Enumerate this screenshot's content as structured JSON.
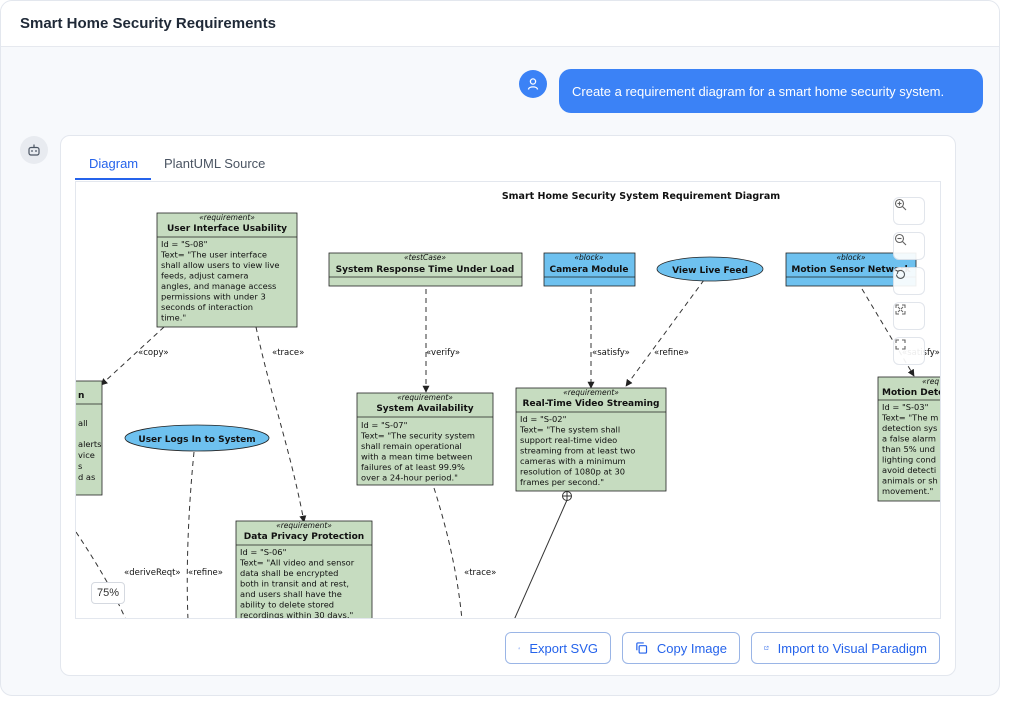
{
  "app": {
    "title": "Smart Home Security Requirements"
  },
  "chat": {
    "user_message": "Create a requirement diagram for a smart home security system."
  },
  "tabs": [
    {
      "label": "Diagram",
      "active": true
    },
    {
      "label": "PlantUML Source",
      "active": false
    }
  ],
  "diagram": {
    "title": "Smart Home Security System Requirement Diagram",
    "zoom_label": "75%",
    "elements": {
      "ui_usability": {
        "stereotype": "«requirement»",
        "name": "User Interface Usability",
        "body": [
          "Id = \"S-08\"",
          "Text= \"The user interface",
          "shall allow users to view live",
          "feeds, adjust camera",
          "angles, and manage access",
          "permissions with under 3",
          "seconds of interaction",
          "time.\""
        ]
      },
      "response_time": {
        "stereotype": "«testCase»",
        "name": "System Response Time Under Load"
      },
      "camera_module": {
        "stereotype": "«block»",
        "name": "Camera Module"
      },
      "view_live_feed": {
        "name": "View Live Feed"
      },
      "motion_sensor": {
        "stereotype": "«block»",
        "name": "Motion Sensor Network"
      },
      "left_partial": {
        "name": "n",
        "body": [
          "all",
          "",
          "alerts",
          "vice",
          "s",
          "d as"
        ]
      },
      "user_logs": {
        "name": "User Logs In to System"
      },
      "availability": {
        "stereotype": "«requirement»",
        "name": "System Availability",
        "body": [
          "Id = \"S-07\"",
          "Text= \"The security system",
          "shall remain operational",
          "with a mean time between",
          "failures of at least 99.9%",
          "over a 24-hour period.\""
        ]
      },
      "video_streaming": {
        "stereotype": "«requirement»",
        "name": "Real-Time Video Streaming",
        "body": [
          "Id = \"S-02\"",
          "Text= \"The system shall",
          "support real-time video",
          "streaming from at least two",
          "cameras with a minimum",
          "resolution of 1080p at 30",
          "frames per second.\""
        ]
      },
      "motion_detection": {
        "stereotype": "«req",
        "name": "Motion Dete",
        "body": [
          "Id = \"S-03\"",
          "Text= \"The m",
          "detection sys",
          "a false alarm",
          "than 5% und",
          "lighting cond",
          "avoid detecti",
          "animals or sh",
          "movement.\""
        ]
      },
      "data_privacy": {
        "stereotype": "«requirement»",
        "name": "Data Privacy Protection",
        "body": [
          "Id = \"S-06\"",
          "Text= \"All video and sensor",
          "data shall be encrypted",
          "both in transit and at rest,",
          "and users shall have the",
          "ability to delete stored",
          "recordings within 30 days.\""
        ]
      }
    },
    "relations": {
      "copy": "«copy»",
      "trace1": "«trace»",
      "verify": "«verify»",
      "satisfy1": "«satisfy»",
      "refine1": "«refine»",
      "satisfy2": "«satisfy»",
      "deriveReqt": "«deriveReqt»",
      "refine2": "«refine»",
      "trace2": "«trace»"
    },
    "colors": {
      "requirement": "#c6dcc0",
      "block": "#6ec1ef",
      "usecase": "#6ec1ef",
      "border": "#222222"
    }
  },
  "zoom_controls": [
    "zoom-in-icon",
    "zoom-out-icon",
    "reset-icon",
    "fit-icon",
    "fullscreen-icon"
  ],
  "actions": {
    "export_svg": "Export SVG",
    "copy_image": "Copy Image",
    "import_vp": "Import to Visual Paradigm"
  }
}
